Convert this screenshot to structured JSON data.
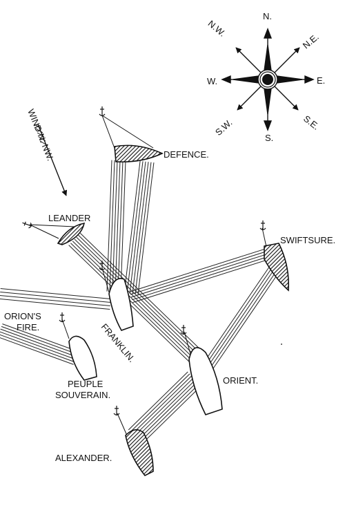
{
  "compass": {
    "n": "N.",
    "ne": "N.E.",
    "e": "E.",
    "se": "S.E.",
    "s": "S.",
    "sw": "S.W.",
    "w": "W.",
    "nw": "N.W."
  },
  "wind": {
    "label": "WIND N. NW."
  },
  "ships": {
    "defence": "DEFENCE.",
    "leander": "LEANDER",
    "swiftsure": "SWIFTSURE.",
    "franklin": "FRANKLIN.",
    "orient": "ORIENT.",
    "peuple_line1": "PEUPLE",
    "peuple_line2": "SOUVERAIN.",
    "alexander": "ALEXANDER."
  },
  "fire_label": {
    "line1": "ORION'S",
    "line2": "FIRE."
  }
}
